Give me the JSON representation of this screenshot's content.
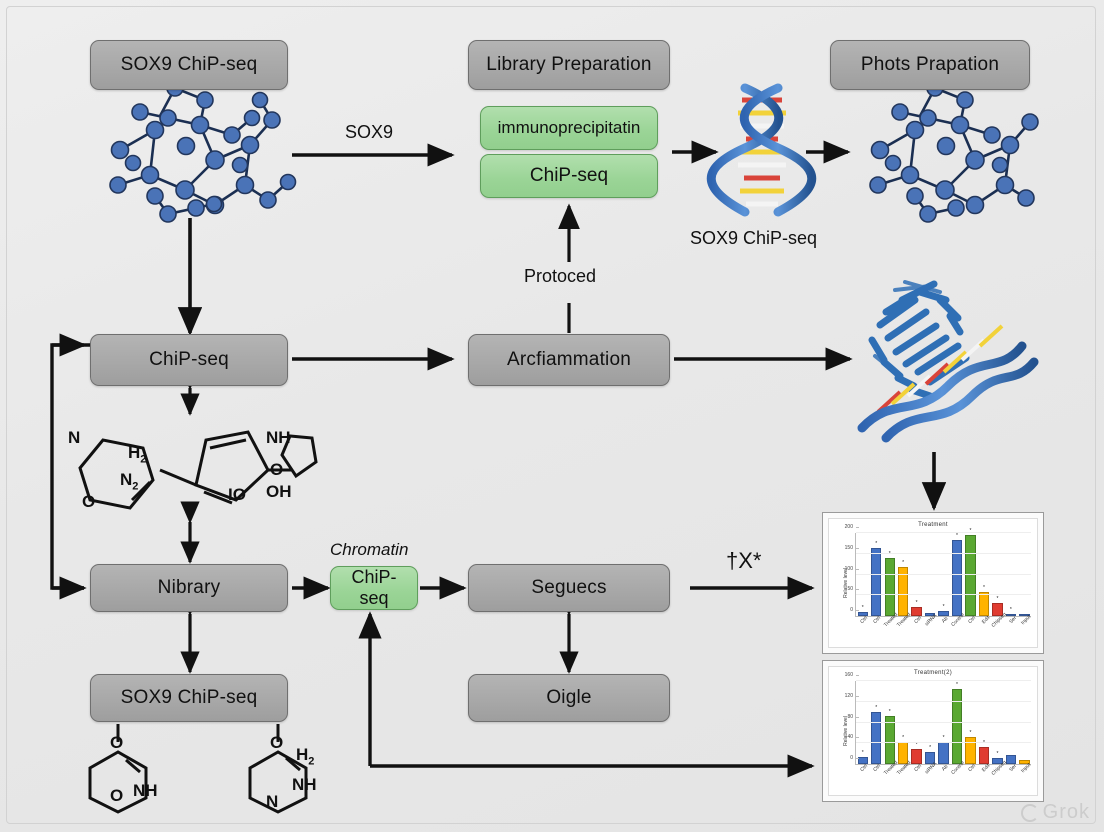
{
  "diagram": {
    "title_boxes": {
      "top_left": "SOX9 ChiP-seq",
      "top_mid": "Library Preparation",
      "top_right": "Phots Prapation"
    },
    "green_boxes": {
      "immunoprecipitation": "immunoprecipitatin",
      "chipseq_top": "ChiP-seq",
      "chipseq_mid": "ChiP-seq"
    },
    "row2": {
      "left": "ChiP-seq",
      "mid": "Arcfiammation"
    },
    "row3": {
      "left": "Nibrary",
      "mid": "Seguecs"
    },
    "row4": {
      "left": "SOX9 ChiP-seq",
      "mid": "Oigle"
    },
    "arrow_labels": {
      "sox9": "SOX9",
      "protocol": "Protoced",
      "chromatin": "Chromatin",
      "glyph": "†X*"
    },
    "captions": {
      "helix": "SOX9 ChiP-seq"
    },
    "chem_mid": [
      "N",
      "H",
      "2",
      "N",
      "2",
      "O",
      "O",
      "NH",
      "OH",
      "O"
    ],
    "chem_bottom_left": [
      "O",
      "NH",
      "O"
    ],
    "chem_bottom_right": [
      "O",
      "H",
      "2",
      "NH",
      "N"
    ],
    "watermark": "Grok",
    "colors": {
      "box_gray": "#a8a8a8",
      "box_green": "#9ad496",
      "stroke": "#111111",
      "bar_blue": "#4472c4",
      "bar_green": "#5aa832",
      "bar_orange": "#ffb300",
      "bar_red": "#e03c31"
    }
  },
  "chart_data": [
    {
      "type": "bar",
      "title": "Treatment",
      "ylabel": "Relative level",
      "xlabel": "",
      "ylim": [
        0,
        200
      ],
      "yticks": [
        0,
        50,
        100,
        150,
        200
      ],
      "ytick_labels": [
        "0",
        "50",
        "100",
        "150",
        "200"
      ],
      "categories": [
        "Ctrl",
        "Ctrl",
        "Treated",
        "Treated",
        "Ctrl",
        "siRNA",
        "Ab",
        "Control",
        "Ctrl",
        "Edit",
        "Chipseq",
        "Ser",
        "Input"
      ],
      "values": [
        5,
        160,
        135,
        113,
        18,
        2,
        8,
        178,
        190,
        52,
        27,
        1,
        0
      ],
      "bar_colors": [
        "#4472c4",
        "#4472c4",
        "#5aa832",
        "#ffb300",
        "#e03c31",
        "#4472c4",
        "#4472c4",
        "#4472c4",
        "#5aa832",
        "#ffb300",
        "#e03c31",
        "#4472c4",
        "#4472c4"
      ],
      "significance": [
        "*",
        "*",
        "*",
        "*",
        "*",
        "",
        "*",
        "*",
        "*",
        "*",
        "*",
        "*",
        ""
      ],
      "grid": true,
      "legend": false
    },
    {
      "type": "bar",
      "title": "Treatment(2)",
      "ylabel": "Relative level",
      "xlabel": "",
      "ylim": [
        0,
        160
      ],
      "yticks": [
        0,
        40,
        80,
        120,
        160
      ],
      "ytick_labels": [
        "0",
        "40",
        "80",
        "120",
        "160"
      ],
      "categories": [
        "Ctrl",
        "Ctrl",
        "Treated",
        "Treated",
        "Ctrl",
        "siRNA",
        "Ab",
        "Control",
        "Ctrl",
        "Edit",
        "Chipseq",
        "Ser",
        "Input"
      ],
      "values": [
        10,
        96,
        88,
        38,
        25,
        20,
        38,
        140,
        48,
        28,
        8,
        14,
        3
      ],
      "bar_colors": [
        "#4472c4",
        "#4472c4",
        "#5aa832",
        "#ffb300",
        "#e03c31",
        "#4472c4",
        "#4472c4",
        "#5aa832",
        "#ffb300",
        "#e03c31",
        "#4472c4",
        "#4472c4",
        "#ffb300"
      ],
      "significance": [
        "*",
        "*",
        "*",
        "*",
        "*",
        "*",
        "*",
        "*",
        "*",
        "*",
        "*",
        "",
        ""
      ],
      "grid": true,
      "legend": false
    }
  ]
}
